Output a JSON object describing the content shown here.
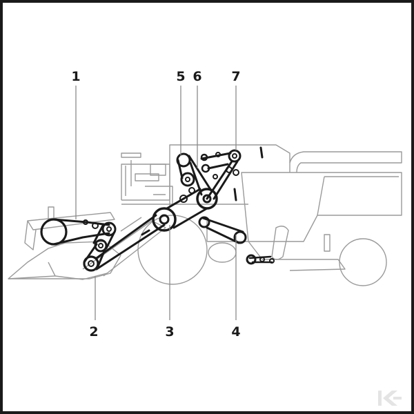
{
  "diagram": {
    "callouts": [
      {
        "id": "c1",
        "label": "1"
      },
      {
        "id": "c2",
        "label": "2"
      },
      {
        "id": "c3",
        "label": "3"
      },
      {
        "id": "c4",
        "label": "4"
      },
      {
        "id": "c5",
        "label": "5"
      },
      {
        "id": "c6",
        "label": "6"
      },
      {
        "id": "c7",
        "label": "7"
      }
    ],
    "colors": {
      "line": "#1a1a1a",
      "outline": "#9a9a9a",
      "watermark": "#e4e4e4"
    },
    "watermark_icon": "brand-k-icon"
  }
}
